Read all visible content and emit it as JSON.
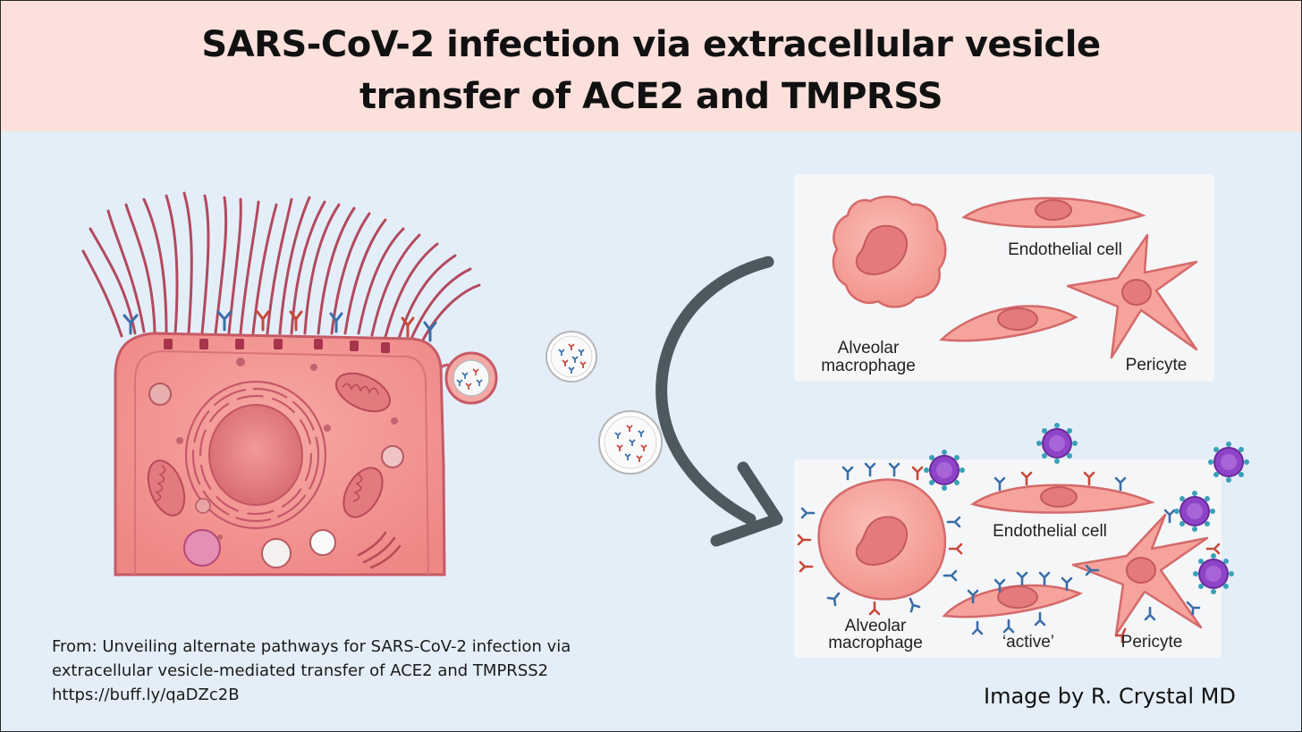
{
  "title": {
    "line1": "SARS-CoV-2 infection via extracellular vesicle",
    "line2": "transfer of ACE2 and TMPRSS"
  },
  "top_panel": {
    "label_endothelial": "Endothelial cell",
    "label_macrophage_1": "Alveolar",
    "label_macrophage_2": "macrophage",
    "label_pericyte": "Pericyte"
  },
  "bottom_panel": {
    "label_endothelial": "Endothelial cell",
    "label_macrophage_1": "Alveolar",
    "label_macrophage_2": "macrophage",
    "label_active": "‘active’",
    "label_pericyte": "Pericyte"
  },
  "citation": {
    "line1": "From: Unveiling alternate pathways for SARS-CoV-2 infection via",
    "line2": "extracellular vesicle-mediated transfer of ACE2 and TMPRSS2",
    "line3": "https://buff.ly/qaDZc2B"
  },
  "credit": "Image by R. Crystal MD",
  "colors": {
    "title_band": "#fce0dc",
    "background": "#e4eef8",
    "cell_pink": "#f08e8c",
    "receptor_blue": "#3a6ea8",
    "receptor_red": "#c8483a",
    "virus_purple": "#8e44c8",
    "arrow": "#4c5a60"
  }
}
